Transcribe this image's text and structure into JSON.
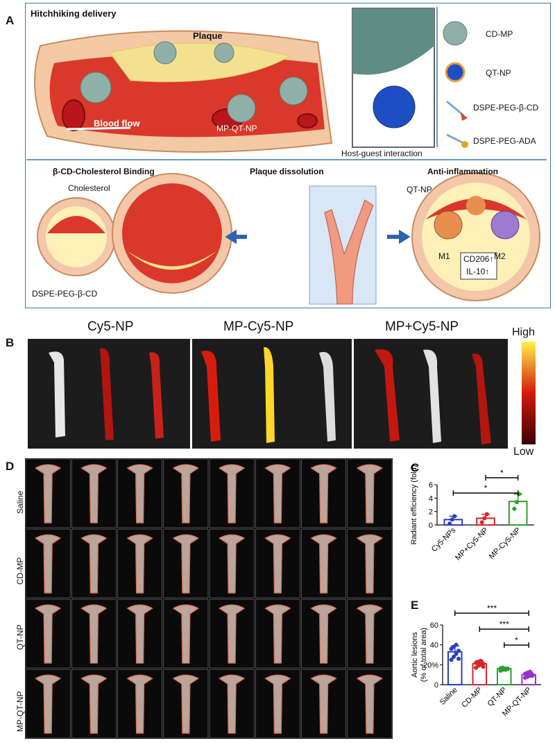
{
  "panels": {
    "A": "A",
    "B": "B",
    "C": "C",
    "D": "D",
    "E": "E"
  },
  "panel_a": {
    "title": "Hitchhiking delivery",
    "plaque": "Plaque",
    "blood_flow": "Blood flow",
    "mp_qt_np": "MP-QT-NP",
    "host_guest": "Host-guest interaction",
    "legend": [
      "CD-MP",
      "QT-NP",
      "DSPE-PEG-β-CD",
      "DSPE-PEG-ADA"
    ],
    "binding_title": "β-CD-Cholesterol Binding",
    "cholesterol": "Cholesterol",
    "dspe_peg_cd": "DSPE-PEG-β-CD",
    "dissolution_title": "Plaque dissolution",
    "anti_title": "Anti-inflammation",
    "qt_np": "QT-NP",
    "m1": "M1",
    "m2": "M2",
    "cd206": "CD206↑",
    "il10": "IL-10↑"
  },
  "panel_b": {
    "groups": [
      "Cy5-NP",
      "MP-Cy5-NP",
      "MP+Cy5-NP"
    ],
    "scale_high": "High",
    "scale_low": "Low",
    "colors": {
      "low": "#3a0000",
      "mid": "#d41a0a",
      "high": "#fff24a"
    }
  },
  "panel_d": {
    "rows": [
      "Saline",
      "CD-MP",
      "QT-NP",
      "MP-QT-NP"
    ],
    "columns": 8
  },
  "chart_data": [
    {
      "id": "C",
      "type": "bar",
      "categories": [
        "Cy5-NPs",
        "MP+Cy5-NP",
        "MP-Cy5-NP"
      ],
      "values": [
        0.8,
        1.0,
        3.5
      ],
      "errors": [
        0.5,
        0.6,
        1.1
      ],
      "points": [
        [
          0.2,
          0.8,
          1.3
        ],
        [
          0.4,
          1.0,
          1.6
        ],
        [
          2.4,
          3.4,
          4.6
        ]
      ],
      "colors": [
        "#2a3fb8",
        "#d8252a",
        "#2ca02c"
      ],
      "ylabel": "Radiant efficiency (fold)",
      "ylim": [
        0,
        6
      ],
      "yticks": [
        0,
        2,
        4,
        6
      ],
      "significance": [
        {
          "from": 1,
          "to": 2,
          "label": "*"
        },
        {
          "from": 0,
          "to": 2,
          "label": "*"
        }
      ]
    },
    {
      "id": "E",
      "type": "bar",
      "categories": [
        "Saline",
        "CD-MP",
        "QT-NP",
        "MP-QT-NP"
      ],
      "values": [
        33,
        21,
        16,
        10
      ],
      "errors": [
        6,
        3,
        1.5,
        2.5
      ],
      "points": [
        [
          25,
          28,
          31,
          34,
          36,
          38,
          40,
          26
        ],
        [
          17,
          19,
          20,
          21,
          22,
          23,
          24,
          18
        ],
        [
          14,
          15,
          15.5,
          16,
          16.5,
          17,
          15,
          16
        ],
        [
          7,
          8,
          9,
          10,
          11,
          12,
          13,
          9
        ]
      ],
      "colors": [
        "#2a3fb8",
        "#d8252a",
        "#2ca02c",
        "#9b30c8"
      ],
      "ylabel": "Aortic lesions (% of total area)",
      "ylim": [
        0,
        60
      ],
      "yticks": [
        0,
        20,
        40,
        60
      ],
      "yticklabels": [
        "0",
        "20%",
        "40",
        "60"
      ],
      "significance": [
        {
          "from": 0,
          "to": 3,
          "label": "***"
        },
        {
          "from": 1,
          "to": 3,
          "label": "***"
        },
        {
          "from": 2,
          "to": 3,
          "label": "*"
        }
      ]
    }
  ]
}
